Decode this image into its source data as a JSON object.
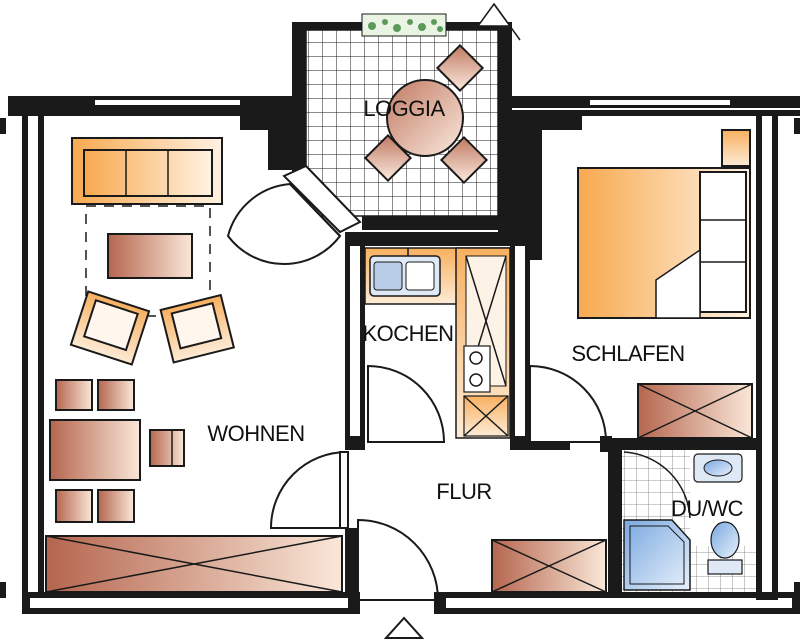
{
  "rooms": {
    "loggia": "LOGGIA",
    "kochen": "KOCHEN",
    "schlafen": "SCHLAFEN",
    "wohnen": "WOHNEN",
    "flur": "FLUR",
    "duwc": "DU/WC"
  },
  "colors": {
    "furniture_orange": "#f5a044",
    "furniture_light": "#fde6cc",
    "furniture_brown": "#b56a55",
    "tile_blue": "#8fb6e6",
    "wall": "#1a1a1a"
  }
}
